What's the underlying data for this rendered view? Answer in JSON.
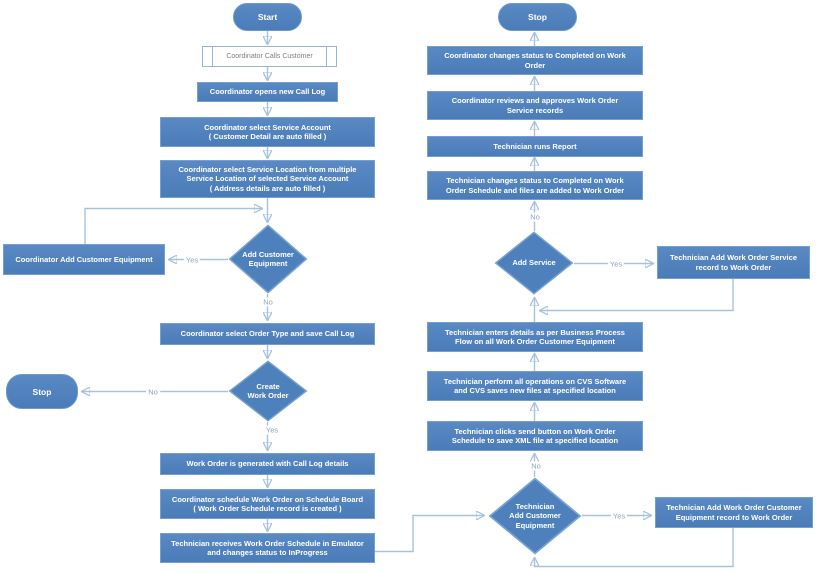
{
  "nodes": {
    "start": {
      "label": "Start"
    },
    "calls_customer": {
      "label": "Coordinator Calls Customer"
    },
    "opens_call_log": {
      "label": "Coordinator opens new Call Log"
    },
    "select_service_account": {
      "label": "Coordinator select Service Account\n( Customer Detail  are auto filled )"
    },
    "select_service_location": {
      "label": "Coordinator select Service Location from multiple\nService Location of selected Service Account\n( Address details are auto filled )"
    },
    "add_customer_equipment_decision": {
      "label": "Add Customer\nEquipment"
    },
    "coordinator_add_customer_equipment": {
      "label": "Coordinator Add Customer Equipment"
    },
    "select_order_type": {
      "label": "Coordinator select Order Type and save Call Log"
    },
    "create_work_order_decision": {
      "label": "Create\nWork Order"
    },
    "stop_left": {
      "label": "Stop"
    },
    "work_order_generated": {
      "label": "Work Order is generated with Call Log details"
    },
    "schedule_work_order": {
      "label": "Coordinator schedule  Work Order on Schedule Board\n( Work Order Schedule record is created )"
    },
    "technician_receives": {
      "label": "Technician receives Work Order Schedule in Emulator\nand changes status to InProgress"
    },
    "stop_right": {
      "label": "Stop"
    },
    "coordinator_completes": {
      "label": "Coordinator changes status to Completed on Work\nOrder"
    },
    "coordinator_reviews": {
      "label": "Coordinator reviews and  approves Work Order\nService records"
    },
    "technician_runs_report": {
      "label": "Technician runs Report"
    },
    "technician_completes_schedule": {
      "label": "Technician changes status to Completed on Work\nOrder Schedule and files are added to Work Order"
    },
    "add_service_decision": {
      "label": "Add Service"
    },
    "technician_add_service_record": {
      "label": "Technician Add Work Order Service\nrecord to Work Order"
    },
    "technician_enters_details": {
      "label": "Technician enters details as per Business Process\nFlow on all Work Order Customer Equipment"
    },
    "technician_performs_cvs": {
      "label": "Technician perform all operations on CVS Software\nand CVS saves new files at specified location"
    },
    "technician_clicks_send": {
      "label": "Technician clicks send button on Work Order\nSchedule to save XML file at specified location"
    },
    "technician_add_customer_equipment_decision": {
      "label": "Technician\nAdd Customer\nEquipment"
    },
    "technician_add_equipment_record": {
      "label": "Technician Add Work Order Customer\nEquipment record to Work Order"
    }
  },
  "edge_labels": {
    "add_customer_equipment_yes": "Yes",
    "add_customer_equipment_no": "No",
    "create_work_order_no": "No",
    "create_work_order_yes": "Yes",
    "add_service_no": "No",
    "add_service_yes": "Yes",
    "technician_add_customer_equipment_no": "No",
    "technician_add_customer_equipment_yes": "Yes"
  },
  "colors": {
    "shape_fill": "#4e80bc",
    "shape_border": "#72a0d4",
    "connector_line": "#a8c2de",
    "arrowhead": "#4f81bd",
    "edge_label_text": "#8ba3bf",
    "subprocess_text": "#7f7f7f"
  }
}
